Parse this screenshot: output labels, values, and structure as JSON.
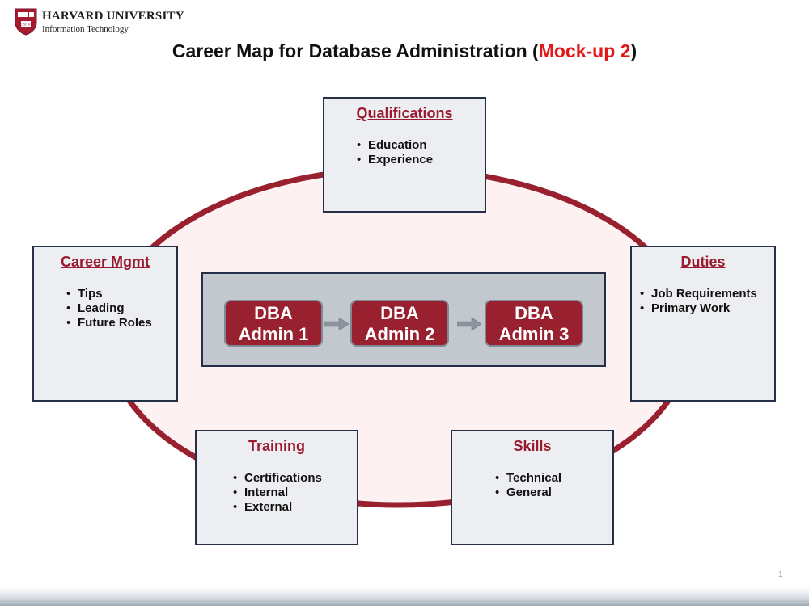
{
  "header": {
    "university": "HARVARD UNIVERSITY",
    "department": "Information Technology",
    "shield_text": "VERI TAS"
  },
  "title": {
    "main": "Career Map for Database Administration (",
    "accent": "Mock-up 2",
    "close": ")"
  },
  "cards": {
    "qualifications": {
      "heading": "Qualifications",
      "items": [
        "Education",
        "Experience"
      ]
    },
    "career_mgmt": {
      "heading": "Career Mgmt",
      "items": [
        "Tips",
        "Leading",
        "Future Roles"
      ]
    },
    "duties": {
      "heading": "Duties",
      "items": [
        "Job Requirements",
        "Primary Work"
      ]
    },
    "training": {
      "heading": "Training",
      "items": [
        "Certifications",
        "Internal",
        "External"
      ]
    },
    "skills": {
      "heading": "Skills",
      "items": [
        "Technical",
        "General"
      ]
    }
  },
  "levels": [
    {
      "line1": "DBA",
      "line2": "Admin 1"
    },
    {
      "line1": "DBA",
      "line2": "Admin 2"
    },
    {
      "line1": "DBA",
      "line2": "Admin 3"
    }
  ],
  "page_number": "1",
  "colors": {
    "crimson": "#9a1b30",
    "accent_red": "#e01818",
    "navy_border": "#253048",
    "card_fill": "#eceef1",
    "ellipse_fill": "#fdf1f2"
  }
}
